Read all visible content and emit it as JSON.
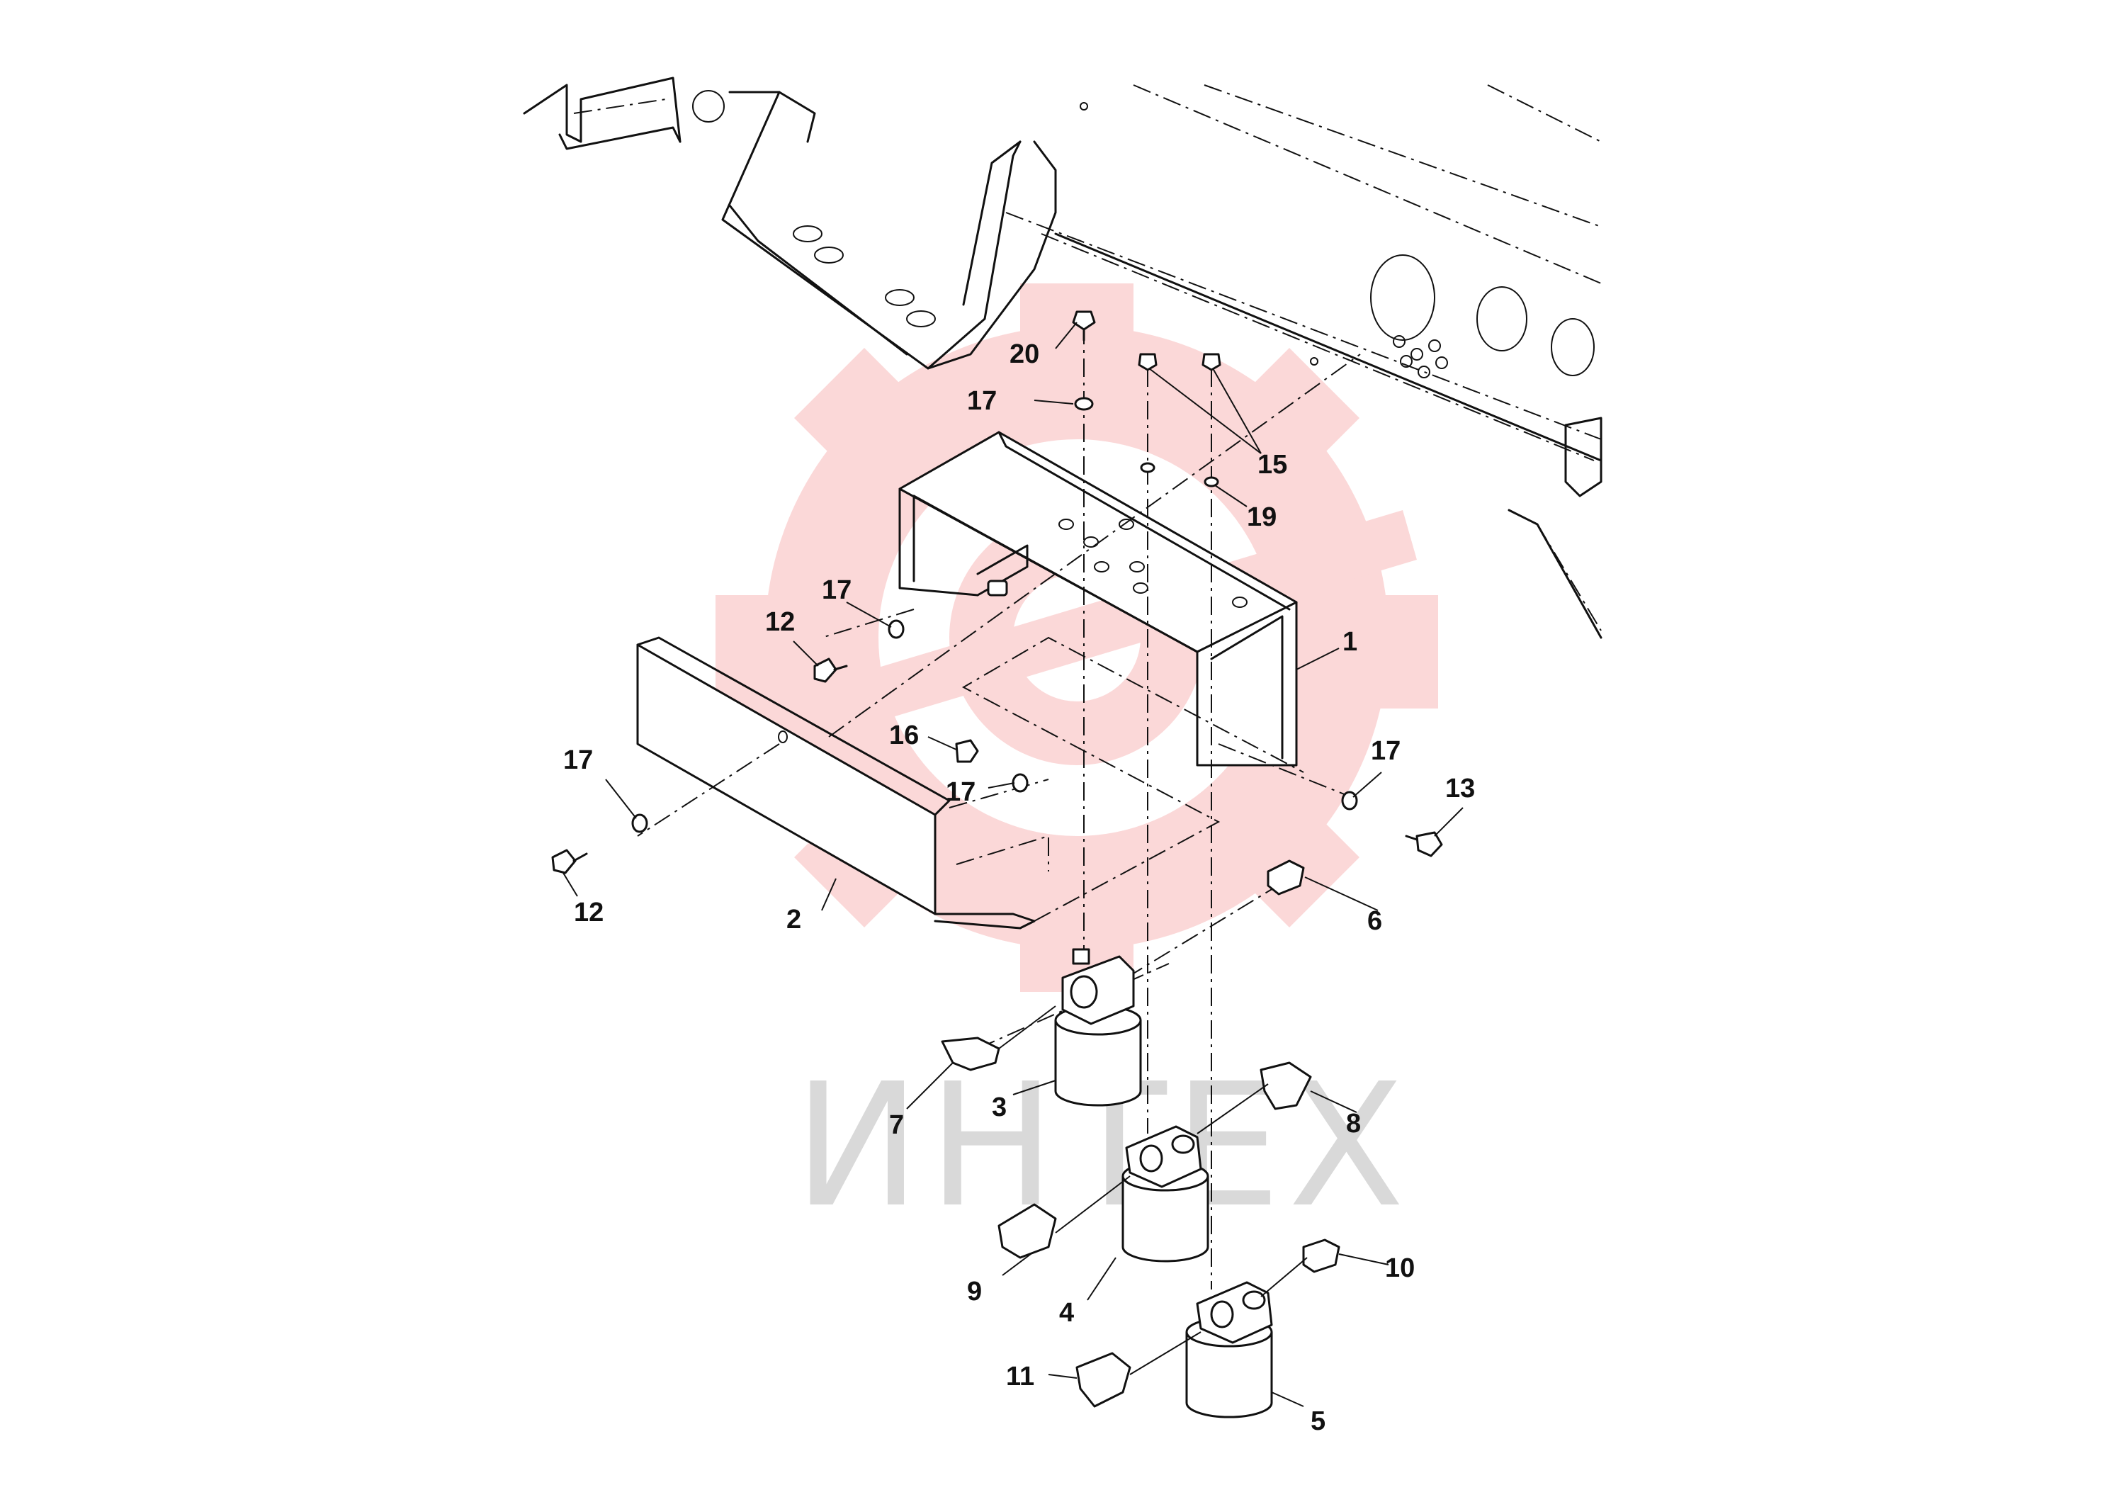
{
  "diagram": {
    "watermark_text": "ИНТЕХ",
    "watermark_color": "#f8b9b9",
    "callouts": {
      "p1": "1",
      "p2": "2",
      "p3": "3",
      "p4": "4",
      "p5": "5",
      "p6": "6",
      "p7": "7",
      "p8": "8",
      "p9": "9",
      "p10": "10",
      "p11": "11",
      "p12a": "12",
      "p12b": "12",
      "p13": "13",
      "p15": "15",
      "p16": "16",
      "p17a": "17",
      "p17b": "17",
      "p17c": "17",
      "p17d": "17",
      "p17e": "17",
      "p19": "19",
      "p20": "20"
    }
  }
}
